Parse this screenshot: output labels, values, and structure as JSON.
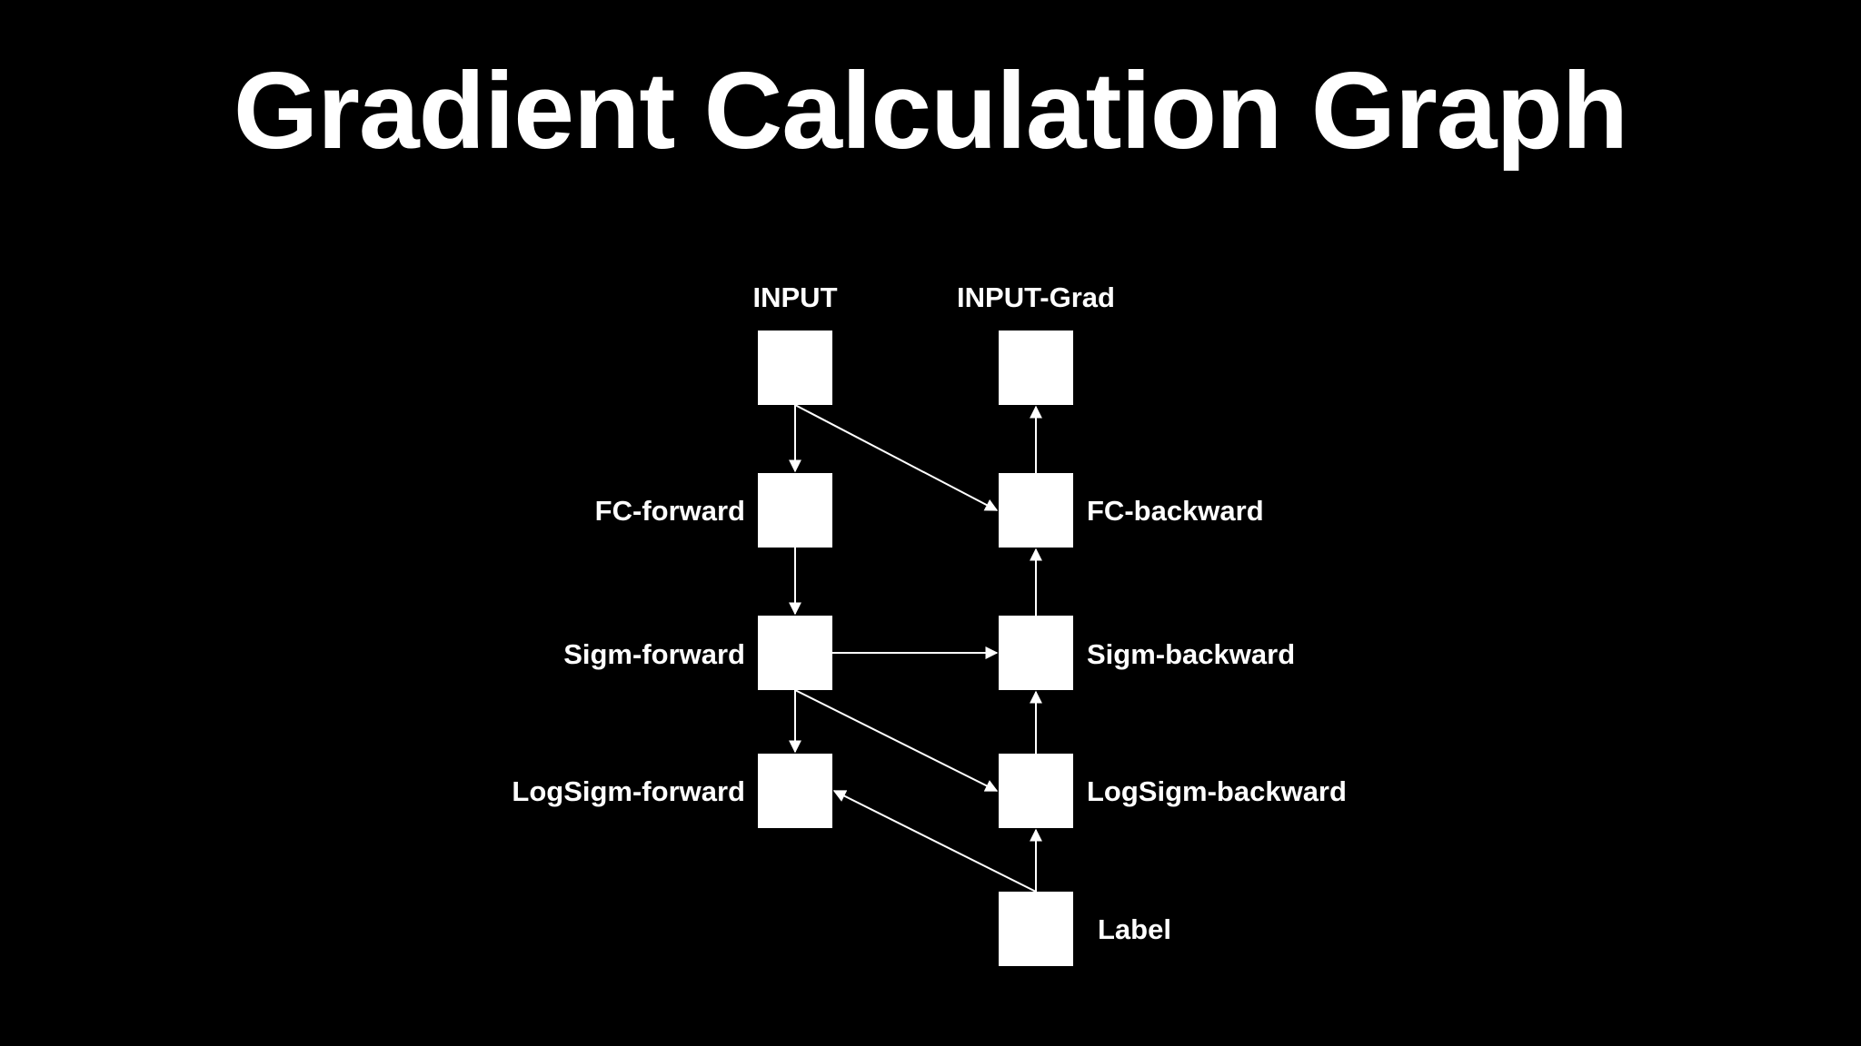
{
  "slide": {
    "title": "Gradient Calculation Graph"
  },
  "nodes": {
    "input": {
      "label": "INPUT"
    },
    "input_grad": {
      "label": "INPUT-Grad"
    },
    "fc_forward": {
      "label": "FC-forward"
    },
    "fc_backward": {
      "label": "FC-backward"
    },
    "sigm_forward": {
      "label": "Sigm-forward"
    },
    "sigm_backward": {
      "label": "Sigm-backward"
    },
    "logsigm_forward": {
      "label": "LogSigm-forward"
    },
    "logsigm_backward": {
      "label": "LogSigm-backward"
    },
    "label": {
      "label": "Label"
    }
  },
  "edges": [
    {
      "from": "input",
      "to": "fc_forward"
    },
    {
      "from": "input",
      "to": "fc_backward"
    },
    {
      "from": "fc_forward",
      "to": "sigm_forward"
    },
    {
      "from": "sigm_forward",
      "to": "sigm_backward"
    },
    {
      "from": "sigm_forward",
      "to": "logsigm_forward"
    },
    {
      "from": "sigm_forward",
      "to": "logsigm_backward"
    },
    {
      "from": "label",
      "to": "logsigm_forward"
    },
    {
      "from": "label",
      "to": "logsigm_backward"
    },
    {
      "from": "logsigm_backward",
      "to": "sigm_backward"
    },
    {
      "from": "sigm_backward",
      "to": "fc_backward"
    },
    {
      "from": "fc_backward",
      "to": "input_grad"
    }
  ],
  "colors": {
    "background": "#000000",
    "foreground": "#ffffff"
  }
}
